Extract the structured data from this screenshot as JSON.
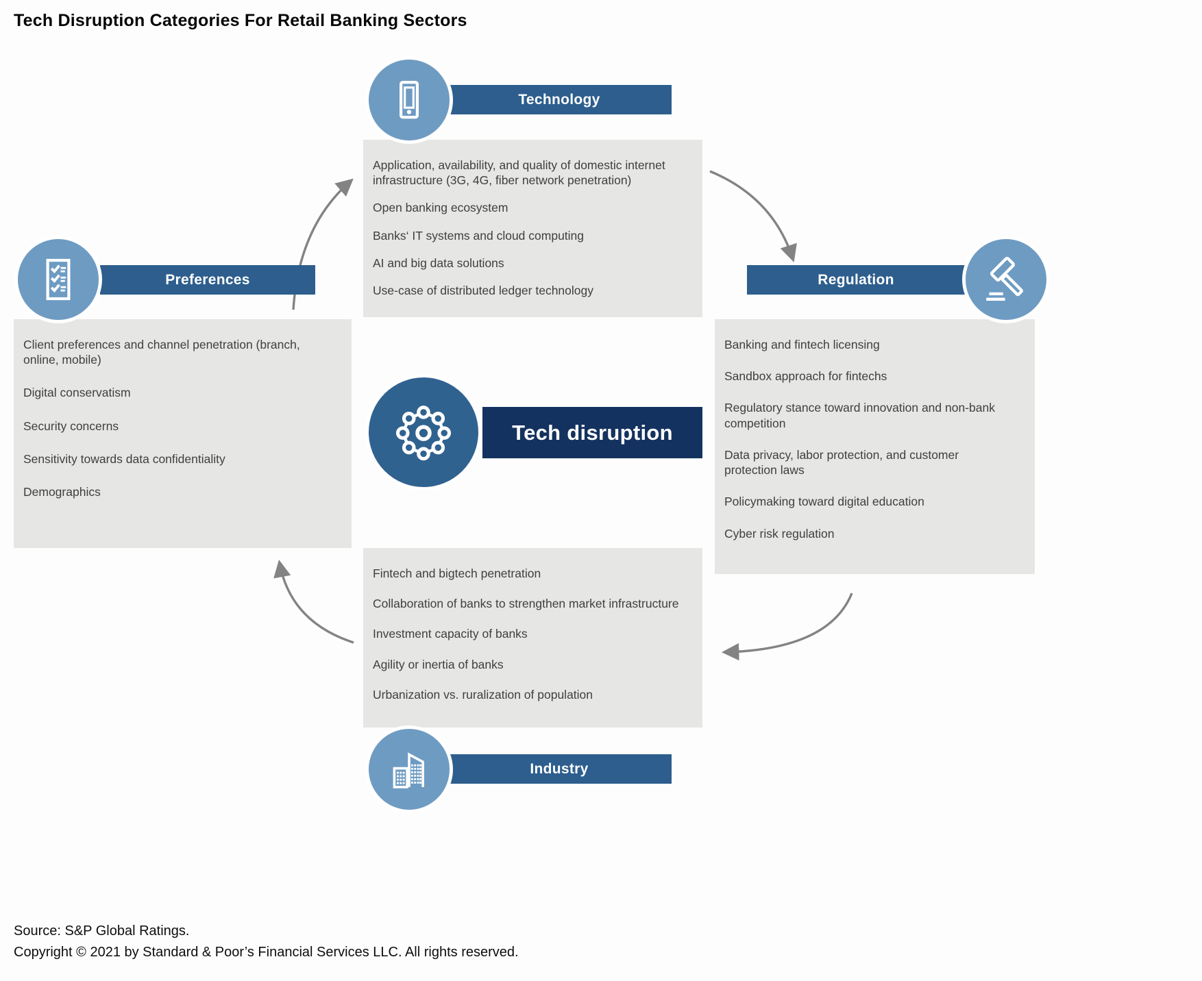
{
  "title": "Tech Disruption Categories For Retail Banking Sectors",
  "colors": {
    "accent_light": "#6e9bc2",
    "accent_mid": "#2d5e8d",
    "circle_mid": "#30628f",
    "accent_dark": "#14325f",
    "box_bg": "#e6e6e5",
    "text": "#3f3f3f",
    "arrow": "#838383"
  },
  "center": {
    "label": "Tech disruption",
    "icon": "network-icon"
  },
  "sections": {
    "technology": {
      "label": "Technology",
      "icon": "smartphone-icon",
      "items": [
        "Application, availability, and quality of domestic internet infrastructure (3G, 4G, fiber network penetration)",
        "Open banking ecosystem",
        "Banks‘ IT systems and cloud computing",
        "AI and big data solutions",
        "Use-case of distributed ledger technology"
      ]
    },
    "regulation": {
      "label": "Regulation",
      "icon": "gavel-icon",
      "items": [
        "Banking and fintech licensing",
        "Sandbox approach for fintechs",
        "Regulatory stance toward innovation and non-bank competition",
        "Data privacy, labor protection, and customer protection laws",
        "Policymaking toward digital education",
        "Cyber risk regulation"
      ]
    },
    "industry": {
      "label": "Industry",
      "icon": "buildings-icon",
      "items": [
        "Fintech and bigtech penetration",
        "Collaboration of banks to strengthen market infrastructure",
        "Investment capacity of banks",
        "Agility or inertia of banks",
        "Urbanization vs. ruralization of population"
      ]
    },
    "preferences": {
      "label": "Preferences",
      "icon": "checklist-icon",
      "items": [
        "Client preferences and channel penetration (branch, online, mobile)",
        "Digital conservatism",
        "Security concerns",
        "Sensitivity towards data confidentiality",
        "Demographics"
      ]
    }
  },
  "footer": {
    "source": "Source: S&P Global Ratings.",
    "copyright": "Copyright © 2021 by Standard & Poor’s Financial Services LLC. All rights reserved."
  }
}
